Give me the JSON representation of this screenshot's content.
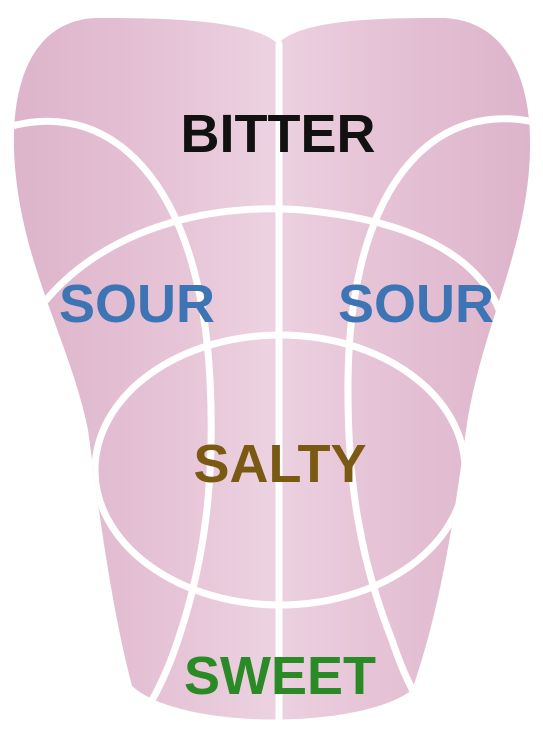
{
  "tongue": {
    "colors": {
      "base": "#e6c3d6",
      "light": "#ecd2e1",
      "dark": "#ddb4cb",
      "divider": "#ffffff"
    }
  },
  "labels": {
    "bitter": {
      "text": "BITTER",
      "color": "#111111"
    },
    "sour_left": {
      "text": "SOUR",
      "color": "#3d74b4"
    },
    "sour_right": {
      "text": "SOUR",
      "color": "#3d74b4"
    },
    "salty": {
      "text": "SALTY",
      "color": "#7a5a13"
    },
    "sweet": {
      "text": "SWEET",
      "color": "#2a8a25"
    }
  }
}
